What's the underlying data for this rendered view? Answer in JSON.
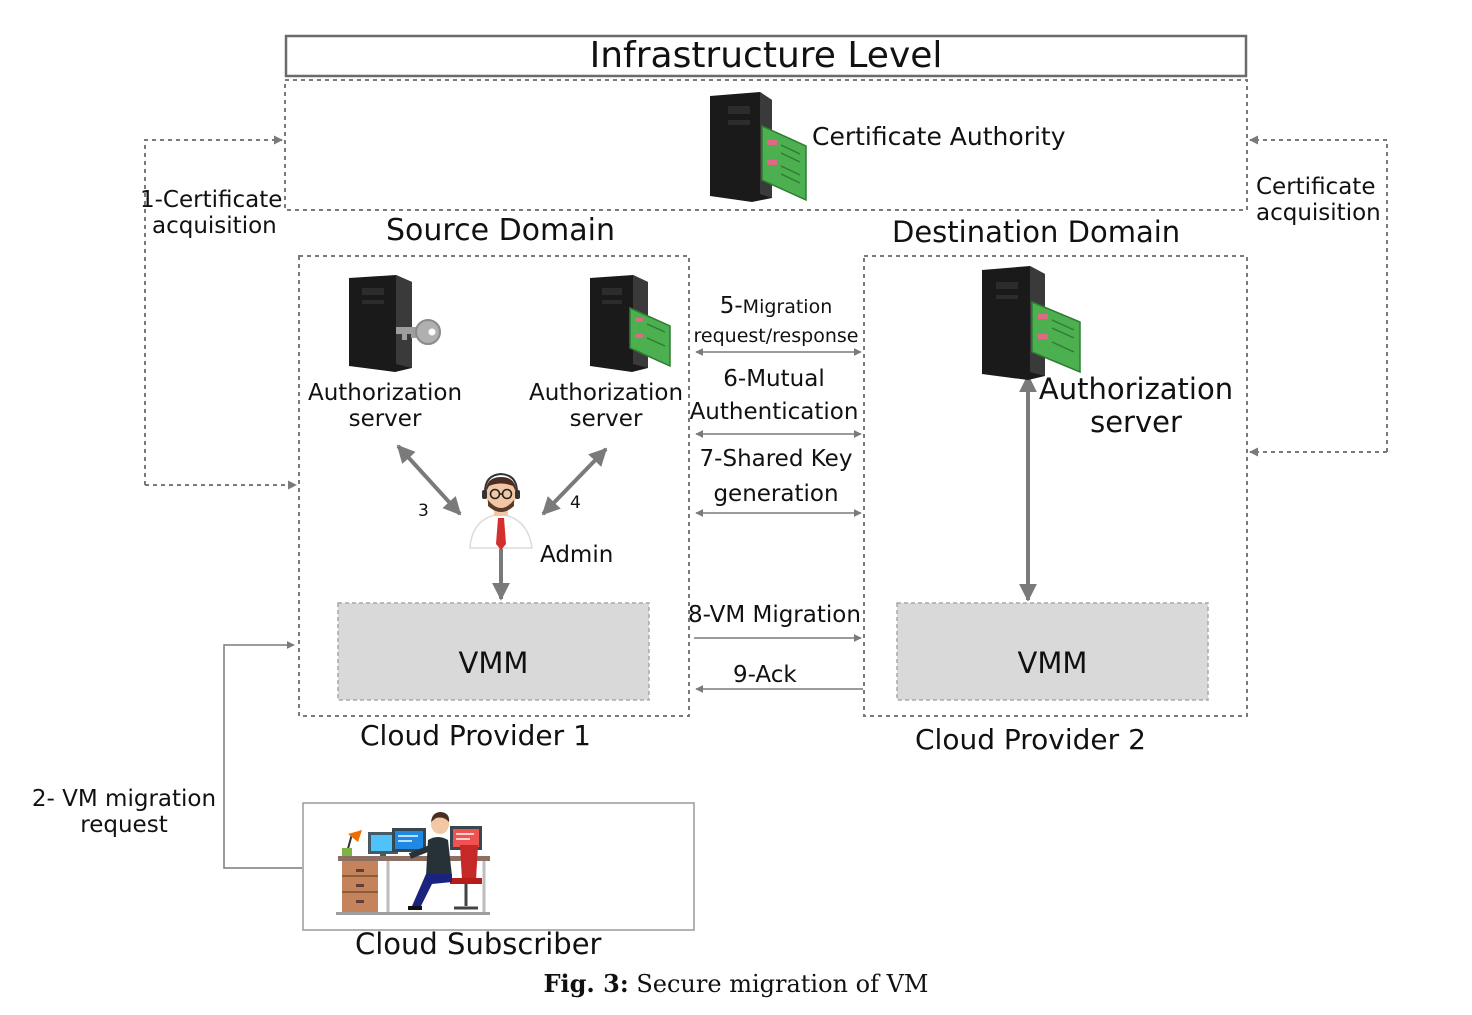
{
  "diagram": {
    "infrastructure_title": "Infrastructure Level",
    "certificate_authority": {
      "label": "Certificate Authority",
      "icon": "server-certificate-icon"
    },
    "certificate_acquisition_left": [
      "1-Certificate",
      "acquisition"
    ],
    "certificate_acquisition_right": [
      "Certificate",
      "acquisition"
    ],
    "source_domain": {
      "title": "Source Domain",
      "auth_server_key": {
        "lines": [
          "Authorization",
          "server"
        ],
        "icon": "server-key-icon"
      },
      "auth_server_cert": {
        "lines": [
          "Authorization",
          "server"
        ],
        "icon": "server-certificate-icon"
      },
      "admin": {
        "label": "Admin",
        "icon": "admin-person-icon"
      },
      "arrow3": "3",
      "arrow4": "4",
      "vmm": "VMM",
      "provider": "Cloud Provider 1"
    },
    "destination_domain": {
      "title": "Destination Domain",
      "auth_server": {
        "lines": [
          "Authorization",
          "server"
        ],
        "icon": "server-certificate-icon"
      },
      "vmm": "VMM",
      "provider": "Cloud Provider 2"
    },
    "steps": {
      "step5": {
        "number": "5-",
        "lines": [
          "Migration",
          "request/response"
        ]
      },
      "step6": [
        "6-Mutual",
        "Authentication"
      ],
      "step7": [
        "7-Shared Key",
        "generation"
      ],
      "step8": "8-VM Migration",
      "step9": "9-Ack"
    },
    "vm_migration_request": [
      "2- VM migration",
      "request"
    ],
    "cloud_subscriber": {
      "label": "Cloud Subscriber",
      "icon": "subscriber-workstation-icon"
    },
    "colors": {
      "line": "#7a7a7a",
      "vmm_fill": "#d9d9d9",
      "server_body": "#1a1a1a",
      "certificate_green": "#4caf50",
      "certificate_pink": "#e06a86"
    }
  },
  "caption": {
    "label": "Fig. 3:",
    "text": "Secure migration of VM"
  }
}
